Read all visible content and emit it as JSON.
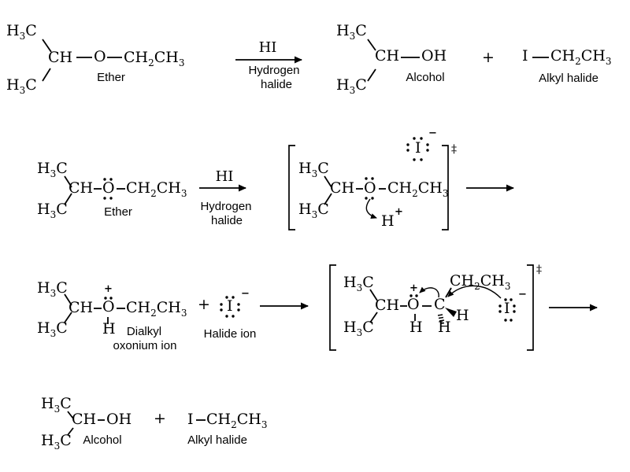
{
  "page": {
    "background": "#ffffff",
    "ink": "#000000"
  },
  "symbols": {
    "plus": "+",
    "minus": "−",
    "double_dagger": "‡"
  },
  "row1": {
    "ether": {
      "methyl_top": "H3C",
      "methyl_bottom": "H3C",
      "methine": "CH",
      "oxygen": "O",
      "ethyl": "CH2CH3",
      "label": "Ether"
    },
    "arrow": {
      "reagent": "HI",
      "caption_line1": "Hydrogen",
      "caption_line2": "halide"
    },
    "alcohol": {
      "methyl_top": "H3C",
      "methyl_bottom": "H3C",
      "methine": "CH",
      "hydroxyl": "OH",
      "label": "Alcohol"
    },
    "plus": "+",
    "alkyl_halide": {
      "halogen": "I",
      "ethyl": "CH2CH3",
      "label": "Alkyl halide"
    }
  },
  "row2": {
    "ether": {
      "methyl_top": "H3C",
      "methyl_bottom": "H3C",
      "methine": "CH",
      "oxygen": "O",
      "ethyl": "CH2CH3",
      "label": "Ether"
    },
    "arrow": {
      "reagent": "HI",
      "caption_line1": "Hydrogen",
      "caption_line2": "halide"
    },
    "transition_state": {
      "iodide": "I",
      "iodide_charge": "−",
      "methyl_top": "H3C",
      "methyl_bottom": "H3C",
      "methine": "CH",
      "oxygen": "O",
      "ethyl": "CH2CH3",
      "proton": "H",
      "proton_charge": "+",
      "dagger": "‡"
    }
  },
  "row3": {
    "oxonium": {
      "methyl_top": "H3C",
      "methyl_bottom": "H3C",
      "methine": "CH",
      "oxygen": "O",
      "oxygen_charge": "+",
      "ethyl": "CH2CH3",
      "hydrogen": "H",
      "label_line1": "Dialkyl",
      "label_line2": "oxonium ion"
    },
    "plus": "+",
    "halide": {
      "iodide": "I",
      "charge": "−",
      "label": "Halide ion"
    },
    "transition_state": {
      "methyl_top": "H3C",
      "methyl_bottom": "H3C",
      "methine": "CH",
      "oxygen": "O",
      "oxygen_charge": "+",
      "carbon": "C",
      "ethyl": "CH2CH3",
      "oxygen_h": "H",
      "carbon_h_right": "H",
      "carbon_h_bottom": "H",
      "iodide": "I",
      "iodide_charge": "−",
      "dagger": "‡"
    }
  },
  "row4": {
    "alcohol": {
      "methyl_top": "H3C",
      "methyl_bottom": "H3C",
      "methine": "CH",
      "hydroxyl": "OH",
      "label": "Alcohol"
    },
    "plus": "+",
    "alkyl_halide": {
      "halogen": "I",
      "ethyl": "CH2CH3",
      "label": "Alkyl halide"
    }
  }
}
